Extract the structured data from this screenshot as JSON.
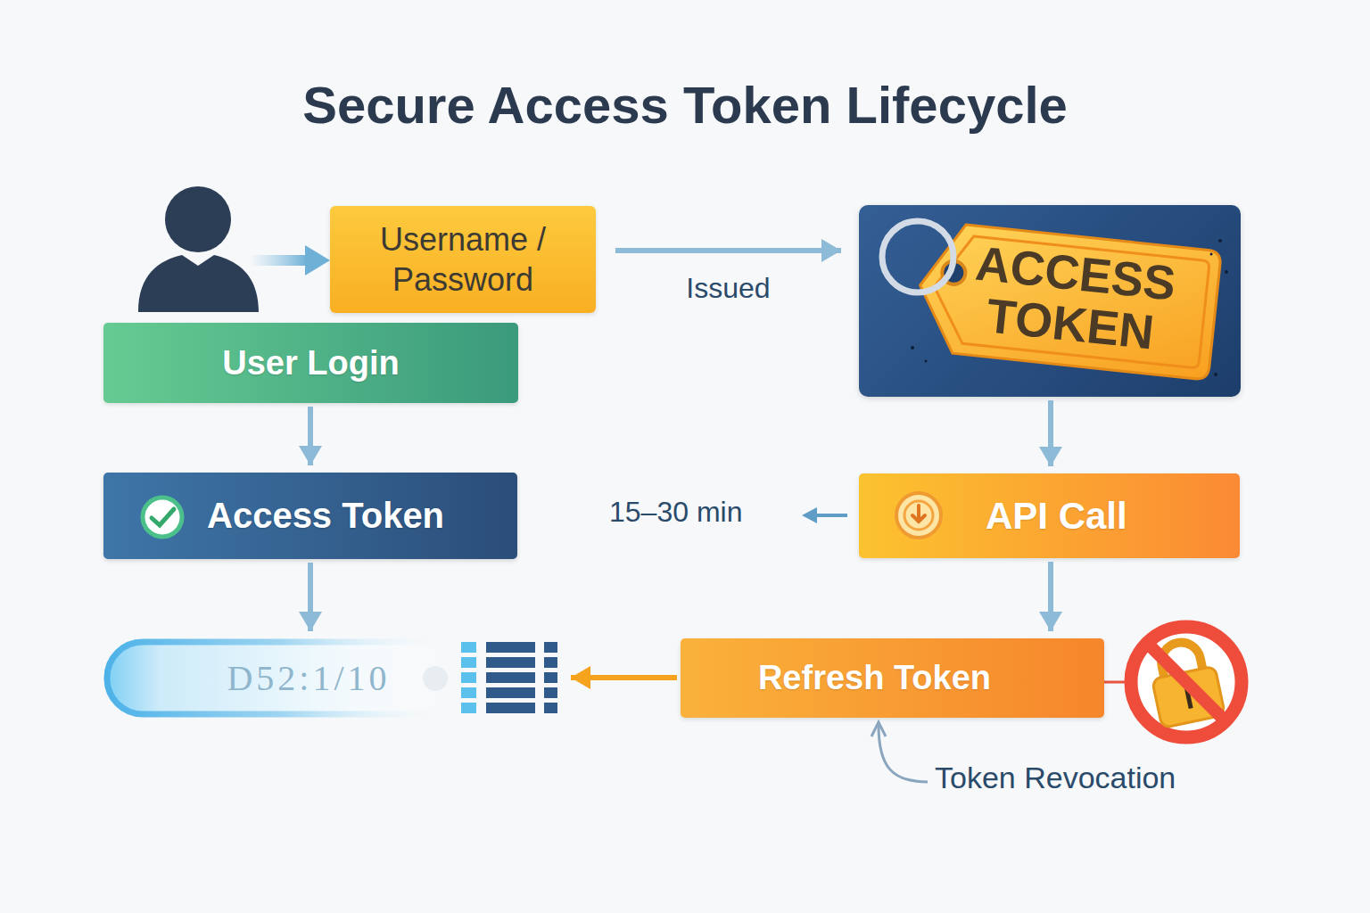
{
  "diagram": {
    "title": "Secure Access Token Lifecycle",
    "nodes": [
      {
        "text": [
          "Username / Password"
        ]
      },
      {
        "text": [
          "ACCESS TOKEN"
        ]
      },
      {
        "text": [
          "User Login"
        ]
      },
      {
        "text": [
          "Access Token"
        ]
      },
      {
        "text": [
          "API Call"
        ]
      },
      {
        "text": [
          "D52:1/10"
        ]
      },
      {
        "text": [
          "Refresh Token"
        ]
      }
    ],
    "edges": [
      {
        "from": 0,
        "to": 1,
        "label": "Issued",
        "arrow": "to"
      },
      {
        "from": 1,
        "to": 4,
        "arrow": "to"
      },
      {
        "from": 2,
        "to": 3,
        "arrow": "to"
      },
      {
        "from": 3,
        "to": 5,
        "arrow": "to"
      },
      {
        "from": 4,
        "to": 6,
        "arrow": "to"
      },
      {
        "from": 6,
        "to": 5,
        "arrow": "to"
      }
    ],
    "labels": [
      "15–30 min",
      "Token Revocation"
    ]
  }
}
